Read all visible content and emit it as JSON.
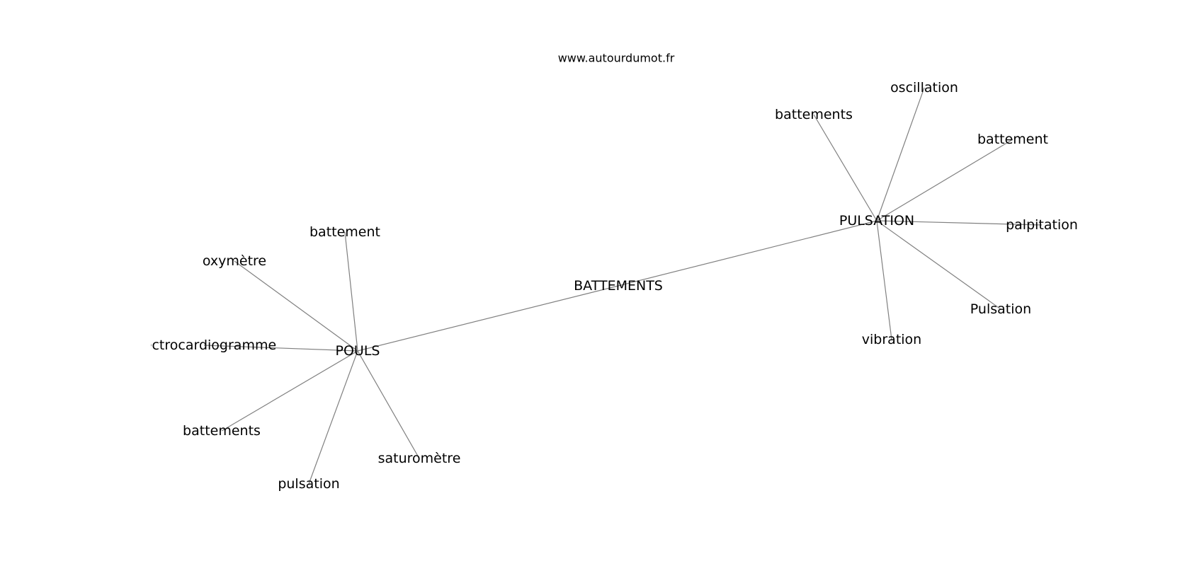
{
  "watermark": "www.autourdumot.fr",
  "graph": {
    "nodes": [
      {
        "id": "center",
        "label": "BATTEMENTS"
      },
      {
        "id": "pouls",
        "label": "POULS"
      },
      {
        "id": "pulsation_hub",
        "label": "PULSATION"
      },
      {
        "id": "p_battement",
        "label": "battement"
      },
      {
        "id": "p_oxymetre",
        "label": "oxymètre"
      },
      {
        "id": "p_electro",
        "label": "électrocardiogramme"
      },
      {
        "id": "p_battements",
        "label": "battements"
      },
      {
        "id": "p_pulsation",
        "label": "pulsation"
      },
      {
        "id": "p_saturometre",
        "label": "saturomètre"
      },
      {
        "id": "q_battements",
        "label": "battements"
      },
      {
        "id": "q_oscillation",
        "label": "oscillation"
      },
      {
        "id": "q_battement",
        "label": "battement"
      },
      {
        "id": "q_palpitation",
        "label": "palpitation"
      },
      {
        "id": "q_pulsation",
        "label": "Pulsation"
      },
      {
        "id": "q_vibration",
        "label": "vibration"
      }
    ],
    "edges": [
      [
        "center",
        "pouls"
      ],
      [
        "center",
        "pulsation_hub"
      ],
      [
        "pouls",
        "p_battement"
      ],
      [
        "pouls",
        "p_oxymetre"
      ],
      [
        "pouls",
        "p_electro"
      ],
      [
        "pouls",
        "p_battements"
      ],
      [
        "pouls",
        "p_pulsation"
      ],
      [
        "pouls",
        "p_saturometre"
      ],
      [
        "pulsation_hub",
        "q_battements"
      ],
      [
        "pulsation_hub",
        "q_oscillation"
      ],
      [
        "pulsation_hub",
        "q_battement"
      ],
      [
        "pulsation_hub",
        "q_palpitation"
      ],
      [
        "pulsation_hub",
        "q_pulsation"
      ],
      [
        "pulsation_hub",
        "q_vibration"
      ]
    ]
  }
}
